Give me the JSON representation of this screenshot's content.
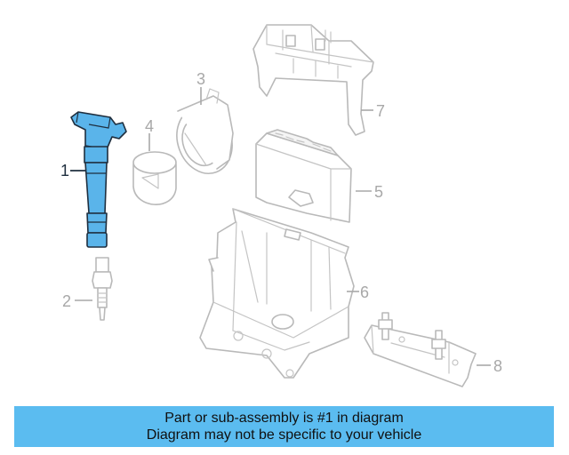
{
  "callouts": {
    "c1": "1",
    "c2": "2",
    "c3": "3",
    "c4": "4",
    "c5": "5",
    "c6": "6",
    "c7": "7",
    "c8": "8"
  },
  "banner": {
    "line1": "Part or sub-assembly is #1 in diagram",
    "line2": "Diagram may not be specific to your vehicle"
  },
  "colors": {
    "highlight": "#5ab4ea",
    "banner": "#5bbcf0",
    "outline": "#b9b9b9"
  }
}
